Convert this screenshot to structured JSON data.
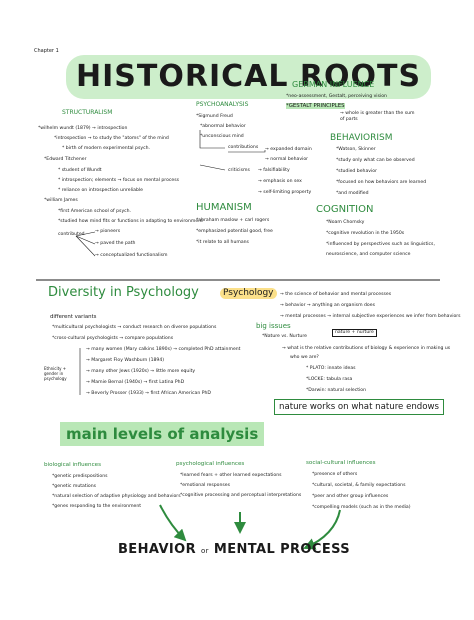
{
  "chapter": "Chapter 1",
  "title": "HISTORICAL ROOTS",
  "structuralism": {
    "heading": "STRUCTURALISM",
    "lines": [
      "*wilhelm wundt (1879) → introspection",
      "*introspection → to study the \"atoms\" of the mind",
      "* birth of modern experimental psych.",
      "*Edward Titchener",
      "* student of Wundt",
      "* introspection; elements → focus on mental process",
      "* reliance on introspection unreliable",
      "*william James",
      "*first American school of psych.",
      "*studied how mind fits or functions in adapting to environment",
      "contributed",
      "→ pioneers",
      "→ paved the path",
      "→ conceptualized functionalism"
    ]
  },
  "psychoanalysis": {
    "heading": "PSYCHOANALYSIS",
    "lines": [
      "*Sigmund Freud",
      "*abnormal behavior",
      "*unconscious mind",
      "contributions",
      "→ expanded domain",
      "→ normal behavior",
      "criticisms",
      "→ falsifiability",
      "→ emphasis on sex",
      "→ self-limiting property"
    ]
  },
  "german_influence": {
    "heading": "GERMAN INFLUENCE",
    "lines": [
      "*neo-assessment, Gestalt, perceiving vision",
      "*GESTALT PRINCIPLES",
      "→ whole is greater than the sum of parts"
    ]
  },
  "behaviorism": {
    "heading": "BEHAVIORISM",
    "lines": [
      "*Watson, Skinner",
      "*study only what can be observed",
      "*studied behavior",
      "*focused on how behaviors are learned",
      "*and modified"
    ]
  },
  "humanism": {
    "heading": "HUMANISM",
    "lines": [
      "*abraham maslow + carl rogers",
      "*emphasized potential good, free",
      "*it relate to all humans"
    ]
  },
  "cognition": {
    "heading": "COGNITION",
    "lines": [
      "*Noam Chomsky",
      "*cognitive revolution in the 1950s",
      "*influenced by perspectives such as linguistics,",
      "neuroscience, and computer science"
    ]
  },
  "diversity": {
    "heading": "Diversity in Psychology",
    "sub": "different variants",
    "lines": [
      "*multicultural psychologists → conduct research on diverse populations",
      "*cross-cultural psychologists → compare populations",
      "→ many women (Mary calkins 1890s) → completed PhD attainment",
      "→ Margaret Floy Washburn (1894)",
      "→ many other Jews (1920s) → little more equity",
      "→ Mamie Bernal (1940s) → first Latina PhD",
      "→ Beverly Prosser (1933) → first African American PhD"
    ],
    "side_note": "Ethnicity + gender in psychology"
  },
  "psychology_box": {
    "heading": "Psychology",
    "defs": [
      "→ the science of behavior and mental processes",
      "→ behavior → anything an organism does",
      "→ mental processes → internal subjective experiences we infer from behaviors"
    ],
    "big_issues": "big issues",
    "issue_lines": [
      "*Nature vs. Nurture",
      "nature + nurture",
      "→ what is the relative contributions of biology & experience in making us",
      "who we are?",
      "* PLATO: innate ideas",
      "*LOCKE: tabula rasa",
      "*Darwin: natural selection"
    ],
    "boxed": "nature works on what nature endows"
  },
  "levels": {
    "heading": "main levels of analysis",
    "biological": {
      "heading": "biological influences",
      "lines": [
        "*genetic predispositions",
        "*genetic mutations",
        "*natural selection of adaptive physiology and behaviors",
        "*genes responding to the environment"
      ]
    },
    "psychological": {
      "heading": "psychological influences",
      "lines": [
        "*learned fears + other learned expectations",
        "*emotional responses",
        "*cognitive processing and perceptual interpretations"
      ]
    },
    "social": {
      "heading": "social-cultural influences",
      "lines": [
        "*presence of others",
        "*cultural, societal, & family expectations",
        "*peer and other group influences",
        "*compelling models (such as in the media)"
      ]
    },
    "result": {
      "a": "BEHAVIOR",
      "or": "or",
      "b": "MENTAL PROCESS"
    }
  },
  "colors": {
    "accent_green": "#2e8b3e",
    "highlight_green": "#b9e7b6",
    "highlight_yellow": "#fbe08a",
    "text": "#1a1a1a"
  }
}
